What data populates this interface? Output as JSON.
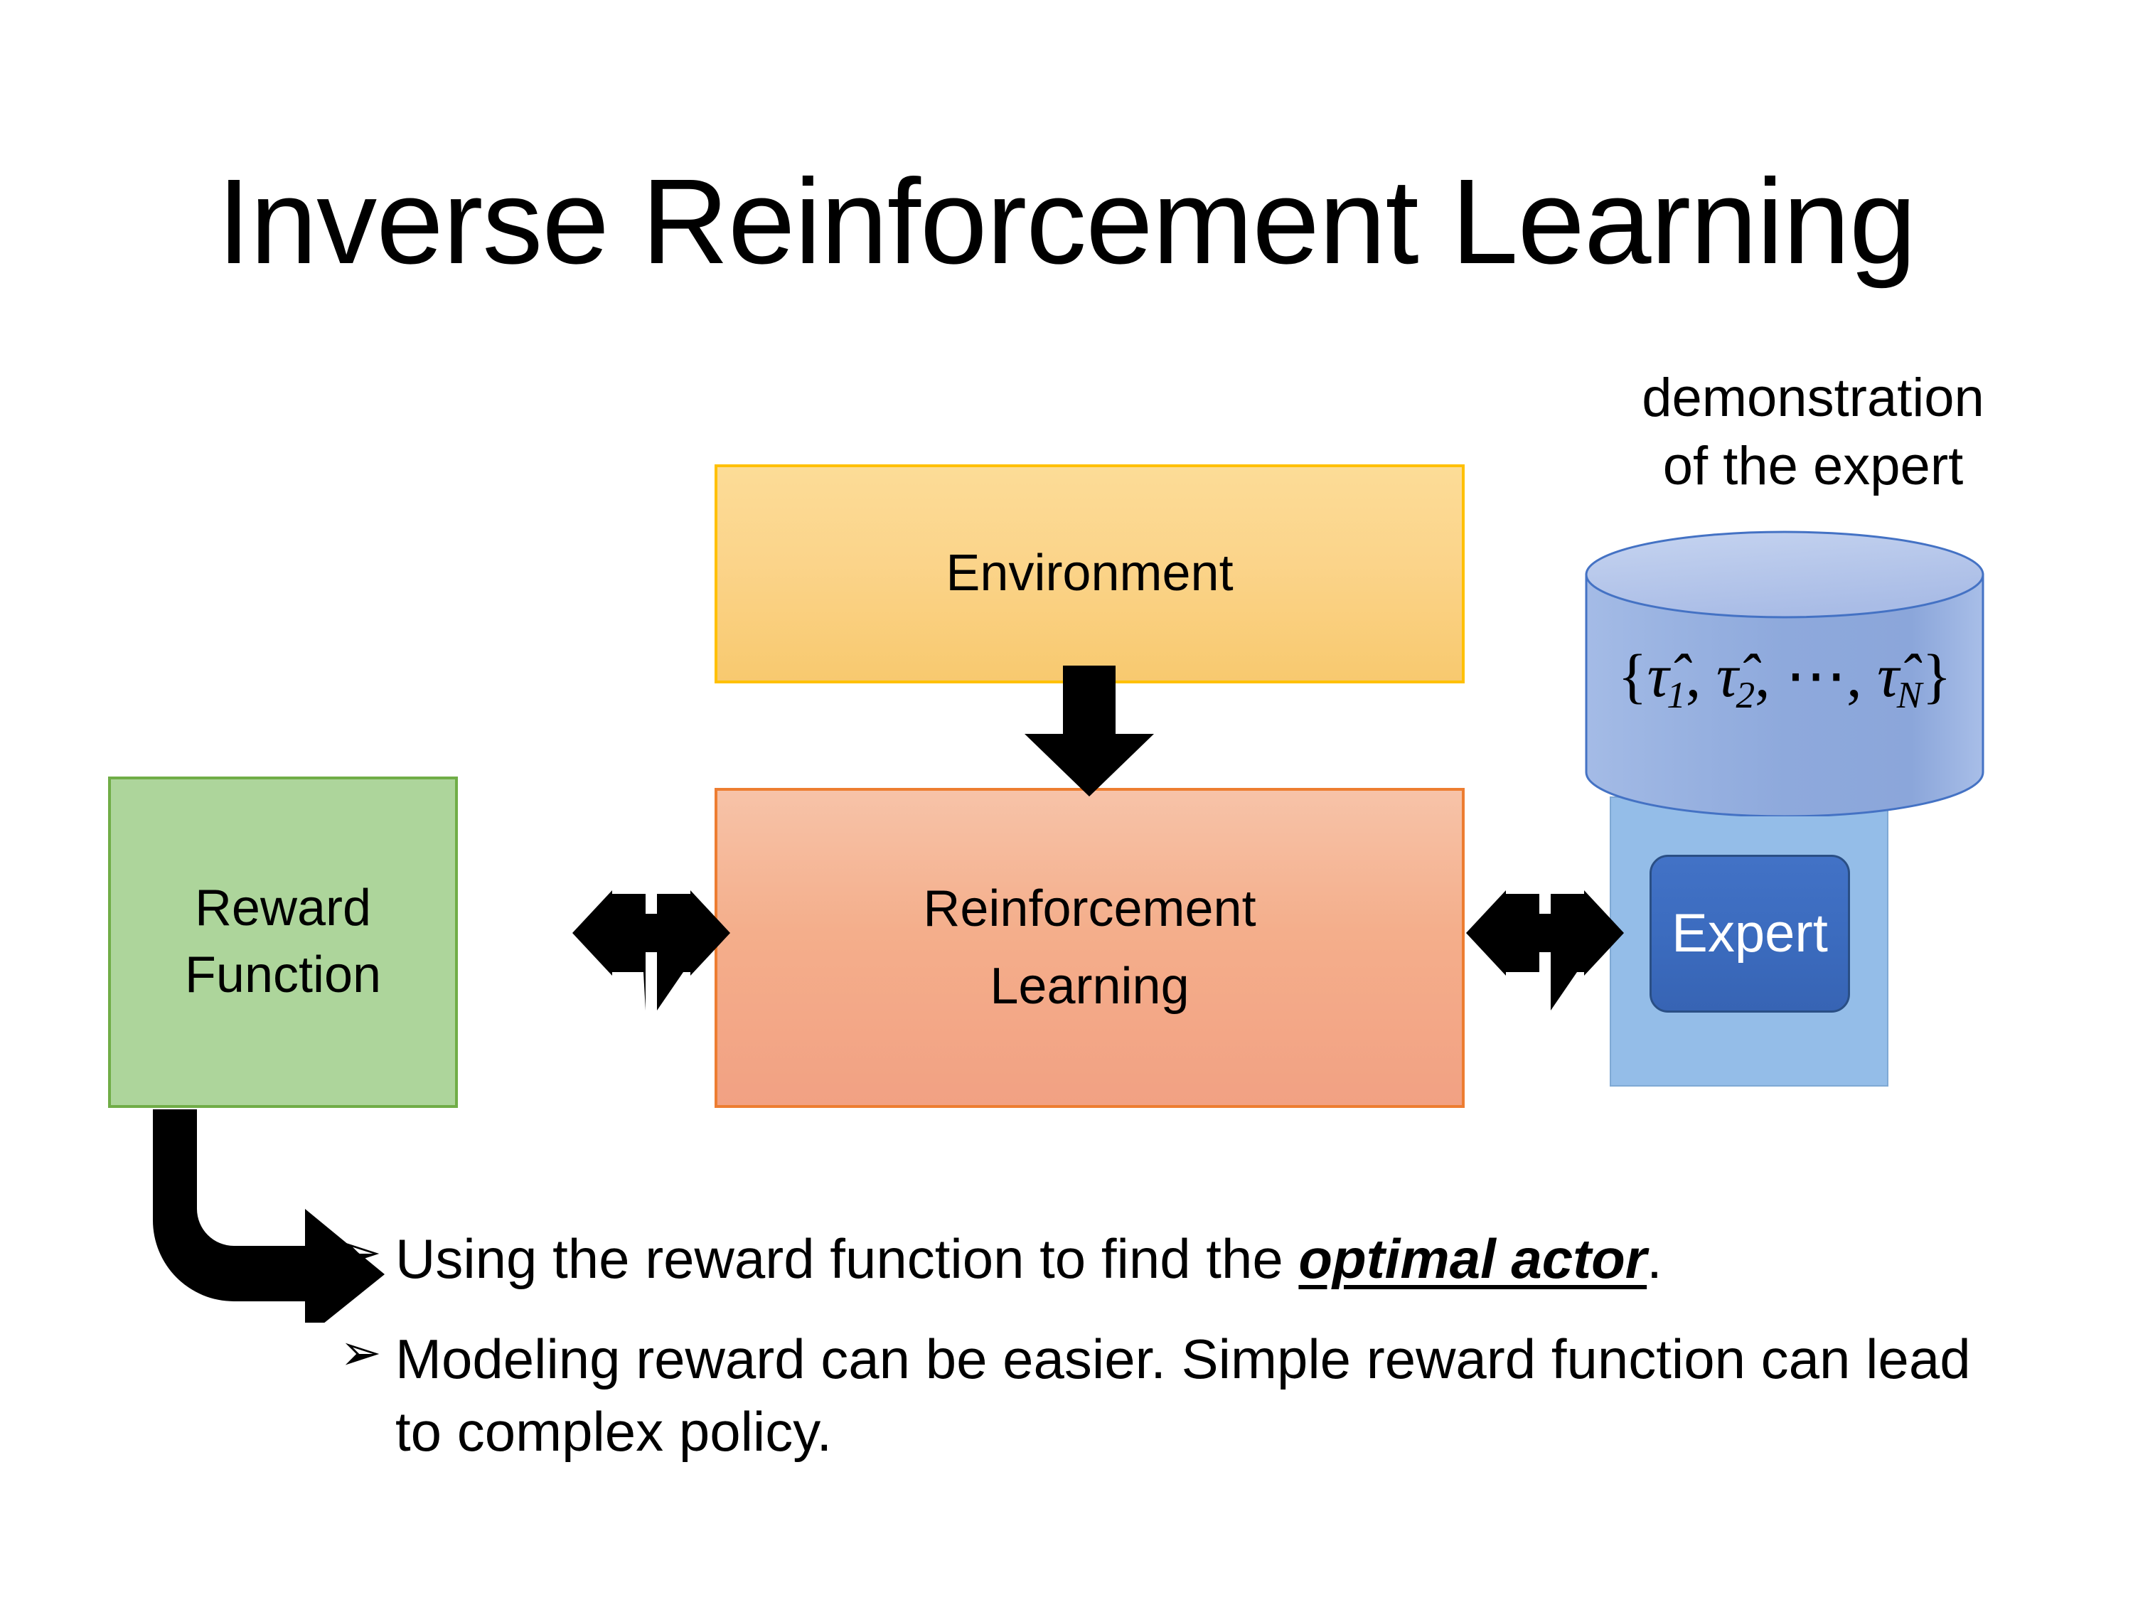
{
  "slide": {
    "title": "Inverse Reinforcement Learning",
    "background_color": "#FFFFFF"
  },
  "diagram": {
    "environment_box": {
      "label": "Environment",
      "fill_color": "#FBD48A",
      "border_color": "#FFC000"
    },
    "rl_box": {
      "label": "Reinforcement\nLearning",
      "fill_color": "#F4AE8B",
      "border_color": "#ED7D31"
    },
    "reward_box": {
      "label": "Reward\nFunction",
      "fill_color": "#ADD59B",
      "border_color": "#70AD47"
    },
    "expert_box": {
      "label": "Expert",
      "fill_color": "#3B6BBE",
      "border_color": "#2A4F85",
      "text_color": "#FFFFFF"
    },
    "expert_panel": {
      "fill_color": "#94BDE8"
    },
    "demonstration_caption": "demonstration\nof the expert",
    "cylinder": {
      "formula_braces_open": "{",
      "formula_braces_close": "}",
      "tau_1": "τ̂",
      "sub_1": "1",
      "tau_2": "τ̂",
      "sub_2": "2",
      "ellipsis": "⋯",
      "tau_n": "τ̂",
      "sub_n": "N",
      "formula_plain": "{τ̂1, τ̂2, ⋯, τ̂N}",
      "body_color": "#8CA8DC",
      "top_color": "#BCCDEC",
      "border_color": "#4472C4"
    },
    "arrows": {
      "env_to_rl": "down-arrow",
      "reward_to_rl": "quad-arrow",
      "rl_to_expert": "quad-arrow",
      "reward_to_bullets": "bent-arrow"
    }
  },
  "bullets": {
    "marker": "➢",
    "items": [
      {
        "prefix": "Using the reward function to find the ",
        "emphasis": "optimal actor",
        "suffix": "."
      },
      {
        "prefix": "Modeling reward can be easier. Simple reward function can lead to complex policy.",
        "emphasis": "",
        "suffix": ""
      }
    ]
  }
}
